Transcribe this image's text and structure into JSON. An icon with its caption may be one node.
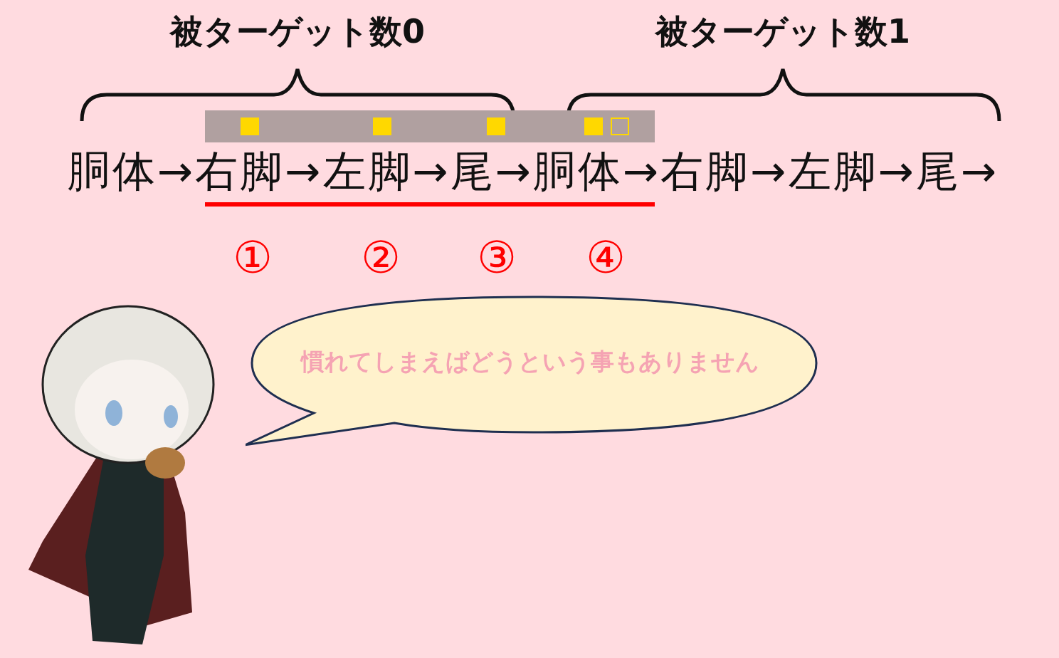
{
  "diagram": {
    "nodes": [
      {
        "text": [
          "慣れてしまえばどうという事もありません"
        ]
      }
    ],
    "labels": [
      "被ターゲット数0",
      "被ターゲット数1",
      "胴体→右脚→左脚→尾→胴体→右脚→左脚→尾→",
      "①",
      "②",
      "③",
      "④"
    ]
  }
}
